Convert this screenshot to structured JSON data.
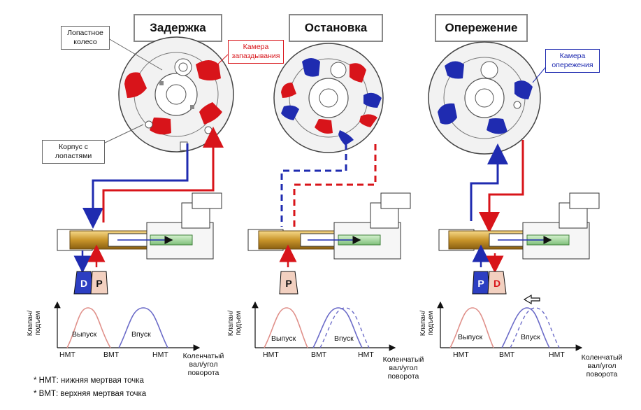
{
  "modes": [
    {
      "title": "Задержка"
    },
    {
      "title": "Остановка"
    },
    {
      "title": "Опережение"
    }
  ],
  "callouts": {
    "rotor": "Лопастное колесо",
    "housing": "Корпус с лопастями",
    "retard_chamber": "Камера запаздывания",
    "advance_chamber": "Камера опережения"
  },
  "ports": {
    "drain": "D",
    "pressure": "P"
  },
  "graphs": {
    "ylabel": "Клапан/ подъем",
    "xlabel": "Коленчатый вал/угол поворота",
    "exhaust": "Выпуск",
    "intake": "Впуск",
    "bdc": "НМТ",
    "tdc": "ВМТ"
  },
  "footnotes": {
    "bdc": "* НМТ: нижняя мертвая точка",
    "tdc": "* ВМТ: верхняя мертвая точка"
  },
  "colors": {
    "red": "#d8141a",
    "blue": "#1f2bb0",
    "exhaust_curve": "#e0908a",
    "intake_curve": "#6b6bc8"
  }
}
